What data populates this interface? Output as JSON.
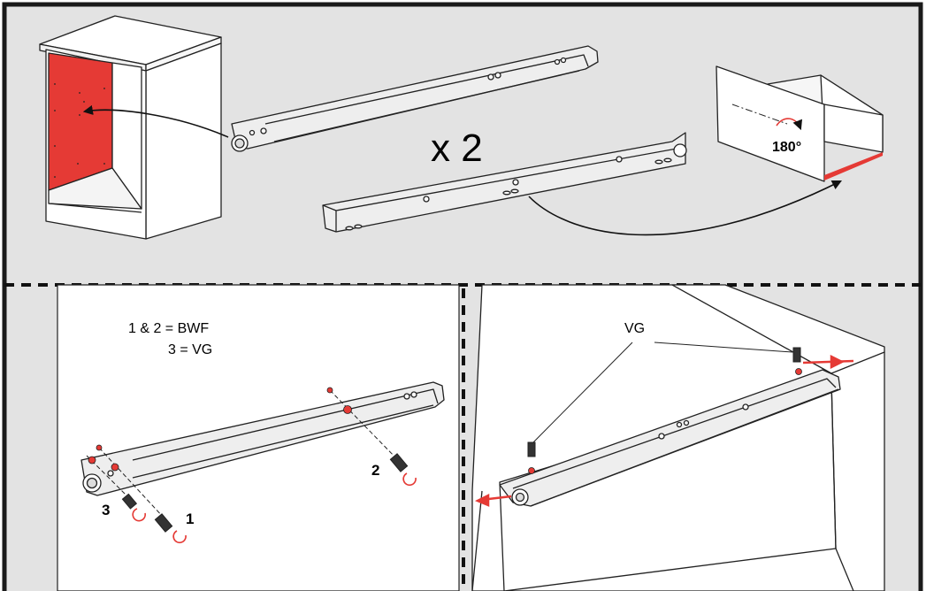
{
  "top_panel": {
    "multiplier": "x 2",
    "rotation": "180°"
  },
  "bottom_left": {
    "screw_legend_line1": "1 & 2 = BWF",
    "screw_legend_line2": "3 = VG",
    "step_1": "1",
    "step_2": "2",
    "step_3": "3"
  },
  "bottom_right": {
    "screw_label": "VG"
  },
  "colors": {
    "background_top": "#e3e3e3",
    "frame": "#1a1a1a",
    "accent_red": "#e53a35",
    "panel_white": "#ffffff",
    "rail_fill": "#eeeeee"
  }
}
